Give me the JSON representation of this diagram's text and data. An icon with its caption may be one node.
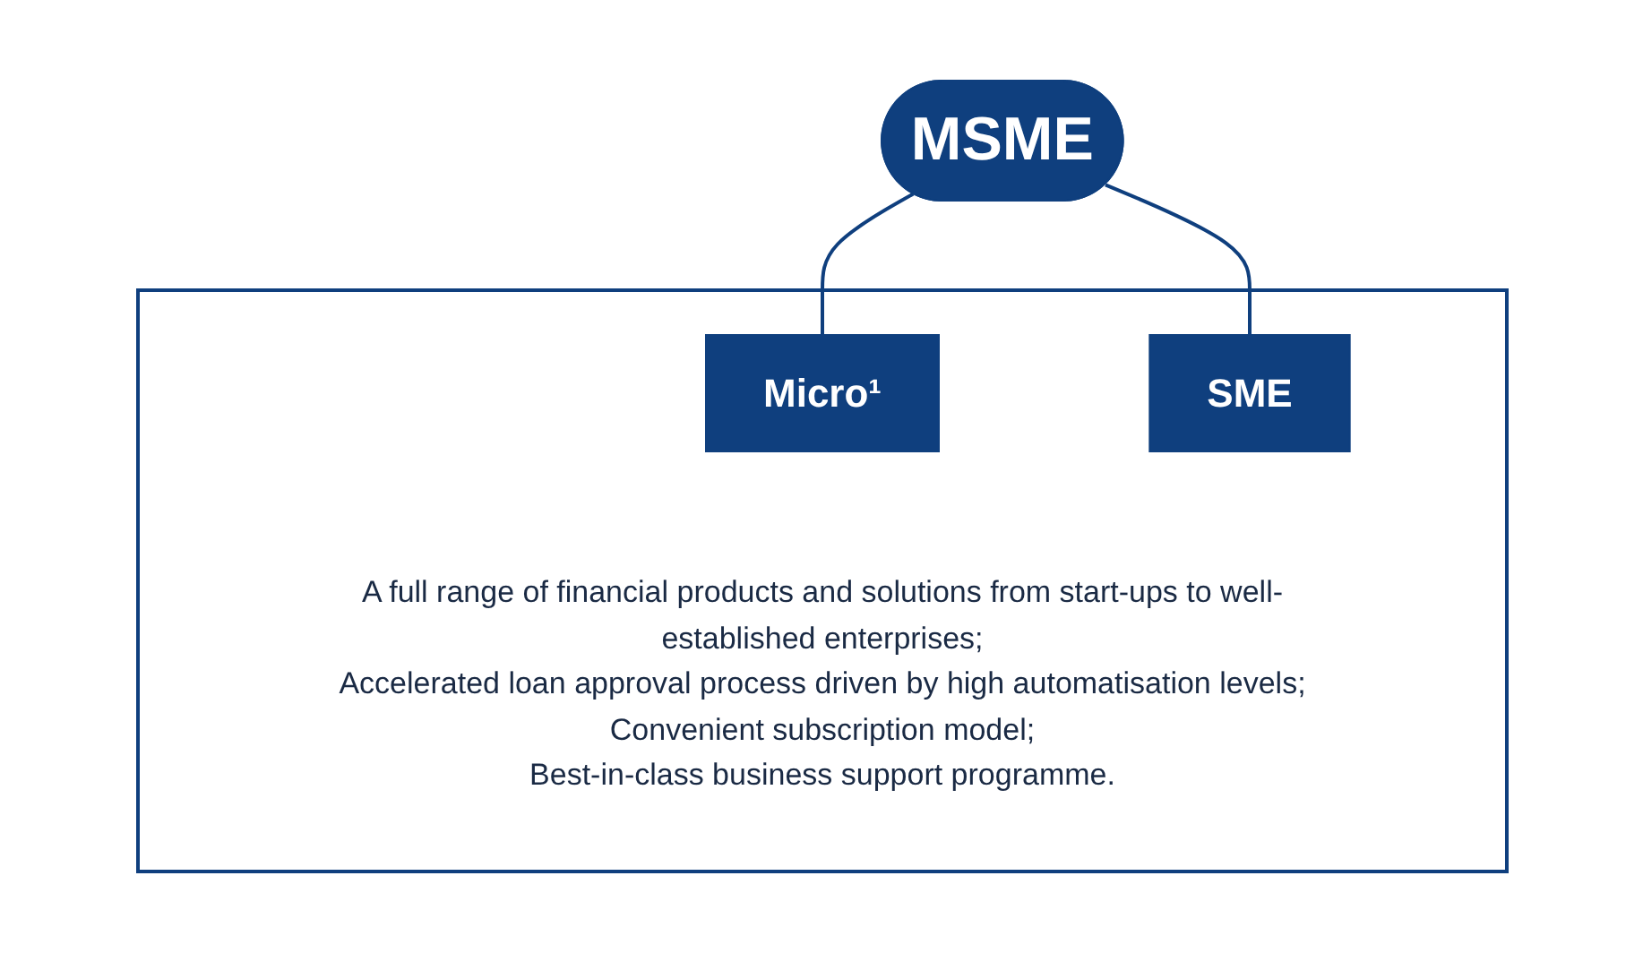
{
  "diagram": {
    "nodes": [
      {
        "text": [
          "MSME"
        ]
      },
      {
        "text": [],
        "shape": "box"
      },
      {
        "text": [
          "Micro¹"
        ],
        "in": 1
      },
      {
        "text": [
          "SME"
        ],
        "in": 1
      },
      {
        "text": [
          "A full range of financial products and solutions from start-ups to well-established enterprises;",
          "Accelerated loan approval process driven by high automatisation levels;",
          "Convenient subscription model;",
          "Best-in-class business support programme."
        ],
        "in": 1
      }
    ],
    "edges": [
      {
        "from": 0,
        "to": 2,
        "arrow": "none"
      },
      {
        "from": 0,
        "to": 3,
        "arrow": "none"
      }
    ]
  }
}
